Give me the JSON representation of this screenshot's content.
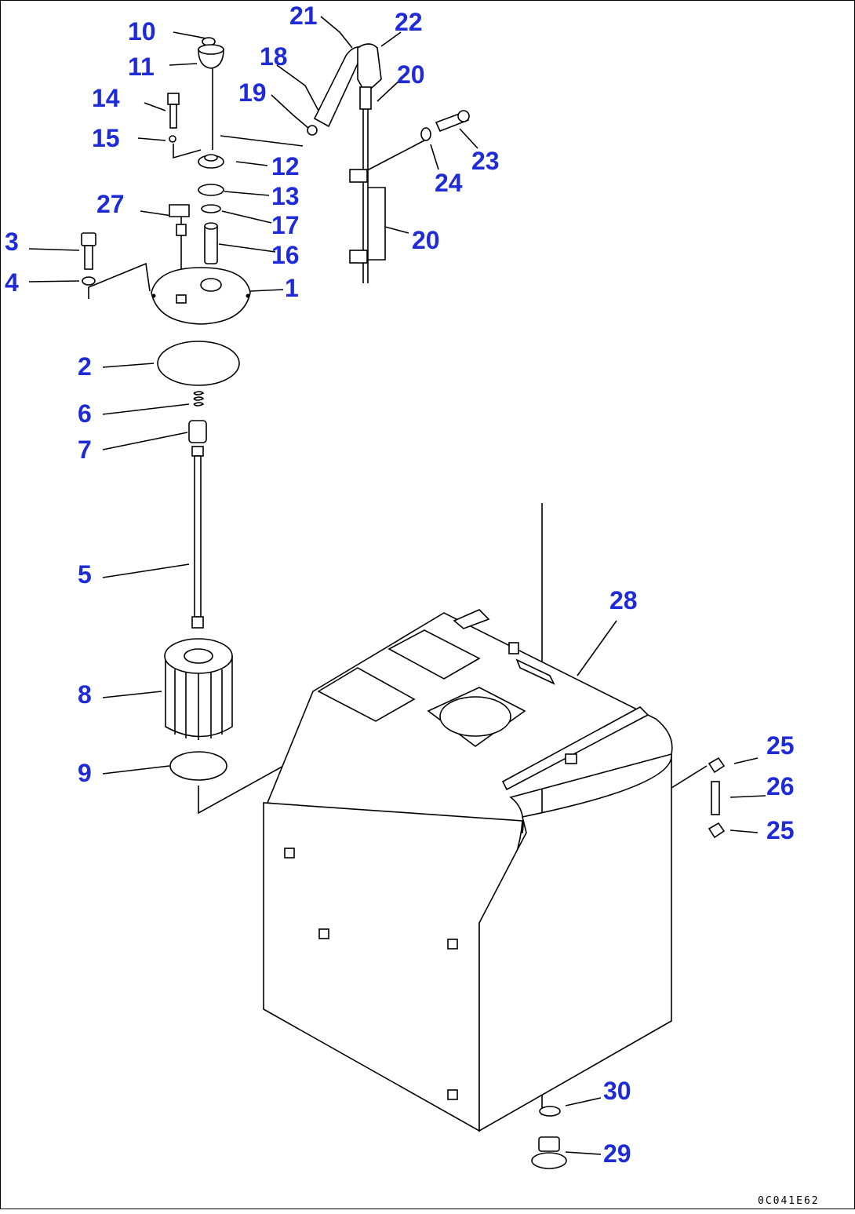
{
  "diagram": {
    "drawing_code": "0C041E62",
    "label_color": "#1f2bd6",
    "callouts": [
      "1",
      "2",
      "3",
      "4",
      "5",
      "6",
      "7",
      "8",
      "9",
      "10",
      "11",
      "12",
      "13",
      "14",
      "15",
      "16",
      "17",
      "18",
      "19",
      "20",
      "20",
      "21",
      "22",
      "23",
      "24",
      "25",
      "25",
      "26",
      "27",
      "28",
      "29",
      "30"
    ]
  }
}
